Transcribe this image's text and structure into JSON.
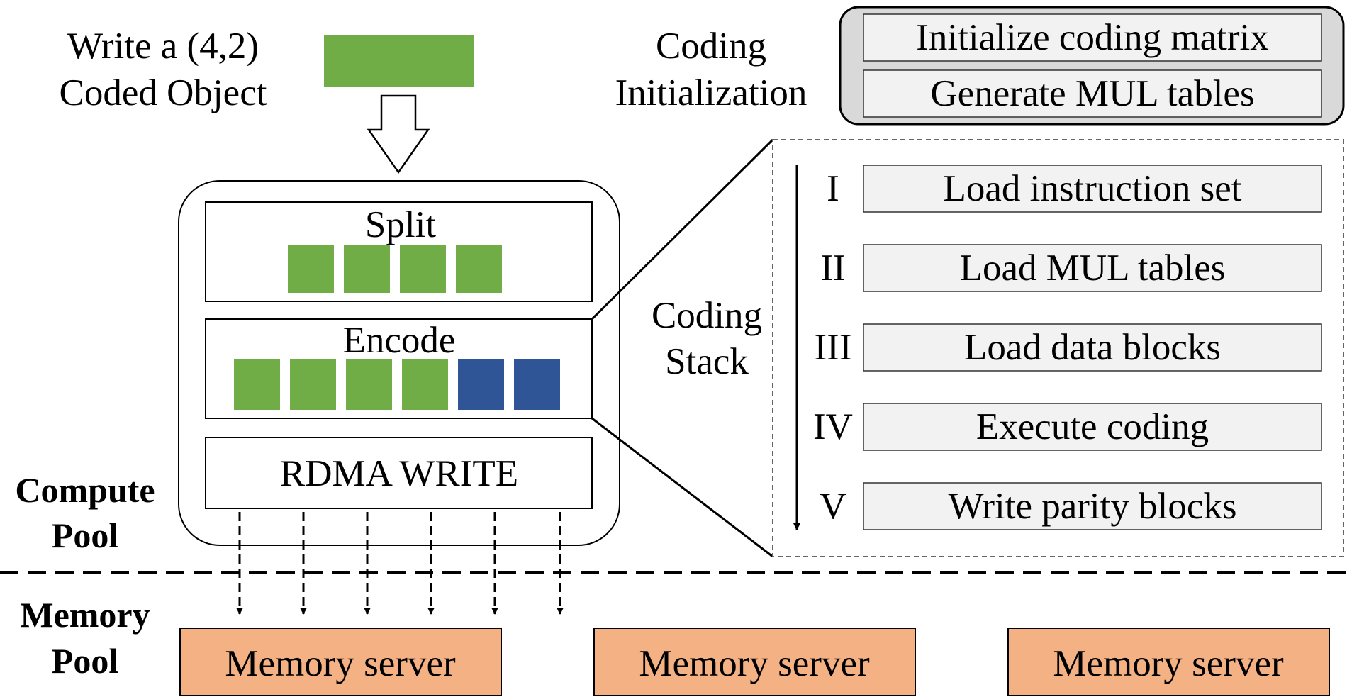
{
  "object": {
    "title_line1": "Write a (4,2)",
    "title_line2": "Coded Object",
    "color": "#70AD47"
  },
  "coding_init": {
    "label_line1": "Coding",
    "label_line2": "Initialization",
    "steps": [
      "Initialize coding matrix",
      "Generate MUL tables"
    ],
    "panel_color": "#D9D9D9",
    "step_color": "#F2F2F2"
  },
  "pipeline": {
    "split_label": "Split",
    "encode_label": "Encode",
    "rdma_label": "RDMA WRITE",
    "data_block_color": "#70AD47",
    "parity_block_color": "#2F5597",
    "split_blocks": 4,
    "encode_data_blocks": 4,
    "encode_parity_blocks": 2
  },
  "coding_stack": {
    "label_line1": "Coding",
    "label_line2": "Stack",
    "steps": [
      {
        "numeral": "I",
        "label": "Load instruction set"
      },
      {
        "numeral": "II",
        "label": "Load MUL tables"
      },
      {
        "numeral": "III",
        "label": "Load data blocks"
      },
      {
        "numeral": "IV",
        "label": "Execute coding"
      },
      {
        "numeral": "V",
        "label": "Write parity blocks"
      }
    ],
    "step_color": "#F2F2F2"
  },
  "pools": {
    "compute_line1": "Compute",
    "compute_line2": "Pool",
    "memory_line1": "Memory",
    "memory_line2": "Pool"
  },
  "memory_servers": {
    "labels": [
      "Memory server",
      "Memory server",
      "Memory server"
    ],
    "color": "#F4B183"
  }
}
